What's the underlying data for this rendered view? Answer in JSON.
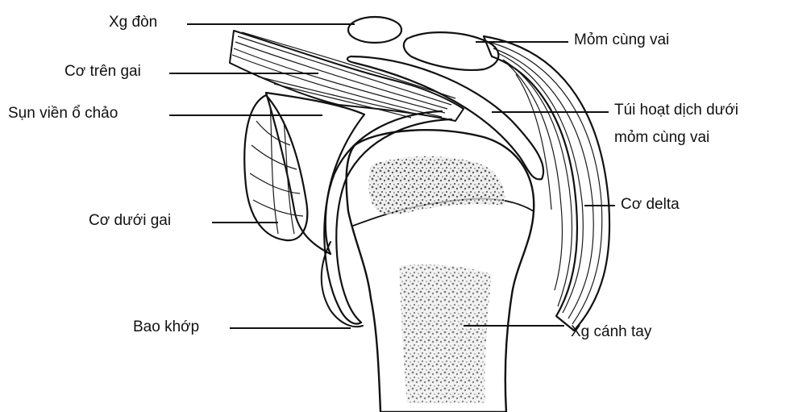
{
  "diagram": {
    "labels": {
      "clavicle": "Xg đòn",
      "supraspinatus": "Cơ trên gai",
      "labrum": "Sụn viền ổ chảo",
      "infraspinatus": "Cơ dưới gai",
      "capsule": "Bao khớp",
      "acromion": "Mỏm cùng vai",
      "bursa_line1": "Túi hoạt dịch dưới",
      "bursa_line2": "mỏm cùng vai",
      "deltoid": "Cơ delta",
      "humerus": "Xg cánh tay"
    },
    "colors": {
      "ink": "#111111",
      "background": "#ffffff",
      "bone_fill": "#f4f4f4",
      "stipple": "#1a1a1a"
    }
  }
}
